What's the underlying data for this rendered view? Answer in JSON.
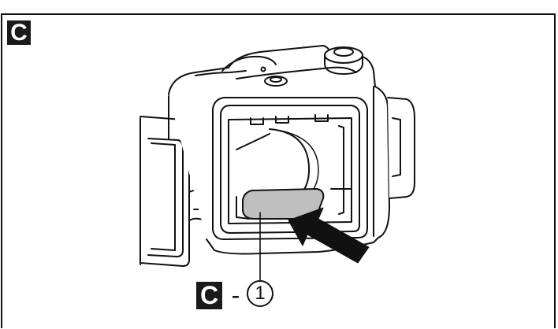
{
  "step_label": "C",
  "callout": {
    "badge": "C",
    "separator": "-",
    "number": "1"
  },
  "icons": {
    "arrow": "arrow-pointing-to-part-icon",
    "housing": "waterproof-housing-illustration"
  }
}
